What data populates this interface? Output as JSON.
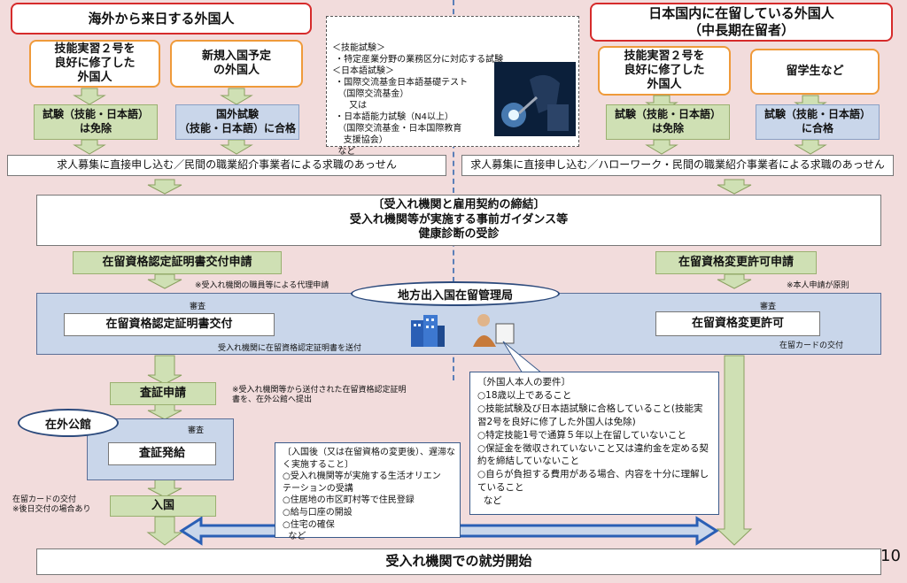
{
  "left_header": "海外から来日する外国人",
  "right_header_line1": "日本国内に在留している外国人",
  "right_header_line2": "（中長期在留者）",
  "left_box1": "技能実習２号を\n良好に修了した\n外国人",
  "left_box2": "新規入国予定\nの外国人",
  "right_box1": "技能実習２号を\n良好に修了した\n外国人",
  "right_box2": "留学生など",
  "left_exam1": "試験（技能・日本語）\nは免除",
  "left_exam2": "国外試験\n（技能・日本語）に合格",
  "right_exam1": "試験（技能・日本語）\nは免除",
  "right_exam2": "試験（技能・日本語）\nに合格",
  "exam_info": "＜技能試験＞\n ・特定産業分野の業務区分に対応する試験\n＜日本語試験＞\n ・国際交流基金日本語基礎テスト\n  （国際交流基金）\n      又は\n ・日本語能力試験（N4以上）\n  （国際交流基金・日本国際教育\n    支援協会）\n  など",
  "left_recruit": "求人募集に直接申し込む／民間の職業紹介事業者による求職のあっせん",
  "right_recruit": "求人募集に直接申し込む／ハローワーク・民間の職業紹介事業者による求職のあっせん",
  "contract_title": "〔受入れ機関と雇用契約の締結〕",
  "contract_line2": "受入れ機関等が実施する事前ガイダンス等",
  "contract_line3": "健康診断の受診",
  "left_apply": "在留資格認定証明書交付申請",
  "right_apply": "在留資格変更許可申請",
  "left_apply_note": "※受入れ機関の職員等による代理申請",
  "right_apply_note": "※本人申請が原則",
  "bureau": "地方出入国在留管理局",
  "review_left": "審査",
  "review_right": "審査",
  "left_issue": "在留資格認定証明書交付",
  "right_issue": "在留資格変更許可",
  "send_note": "受入れ機関に在留資格認定証明書を送付",
  "card_note_right": "在留カードの交付",
  "visa_apply": "査証申請",
  "visa_apply_note": "※受入れ機関等から送付された在留資格認定証明\n書を、在外公館へ提出",
  "embassy": "在外公館",
  "review_embassy": "審査",
  "visa_issue": "査証発給",
  "entry": "入国",
  "card_note_left": "在留カードの交付\n※後日交付の場合あり",
  "after_entry": "〔入国後（又は在留資格の変更後）、遅滞な\nく実施すること〕\n○受入れ機関等が実施する生活オリエン\nテーションの受講\n○住居地の市区町村等で住民登録\n○給与口座の開設\n○住宅の確保\n  など",
  "requirements": "〔外国人本人の要件〕\n○18歳以上であること\n○技能試験及び日本語試験に合格していること(技能実習2号を良好に修了した外国人は免除)\n○特定技能1号で通算５年以上在留していないこと\n○保証金を徴収されていないこと又は違約金を定める契約を締結していないこと\n○自らが負担する費用がある場合、内容を十分に理解していること\n  など",
  "work_start": "受入れ機関での就労開始",
  "page_number": "10",
  "colors": {
    "header_border": "#d62b2b",
    "orange_border": "#ef9a3a",
    "green": "#cfe0b4",
    "blue": "#c9d6ea",
    "background": "#f2dcdc"
  }
}
